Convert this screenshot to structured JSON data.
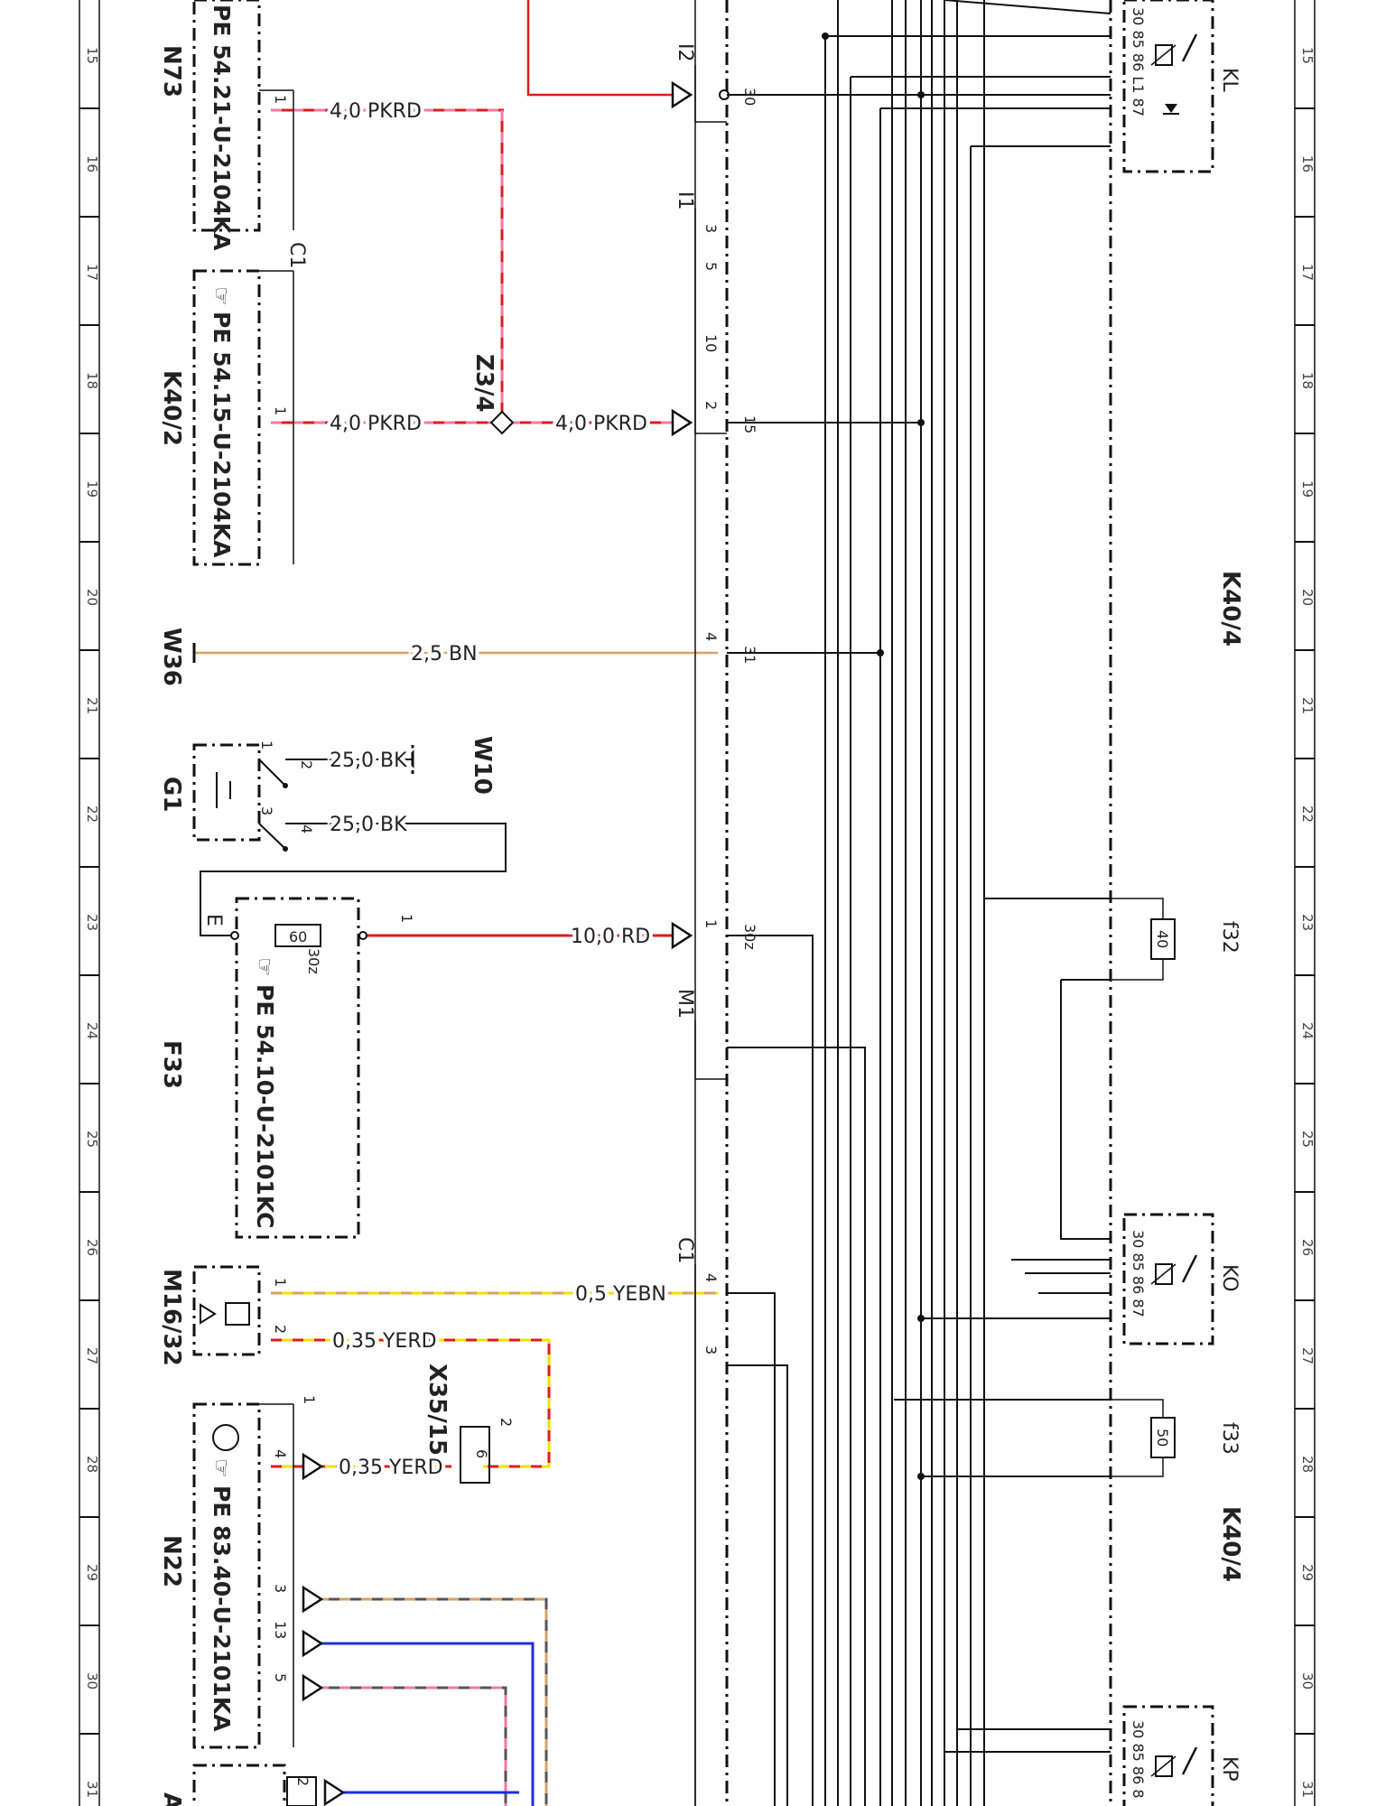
{
  "grid_numbers": [
    "15",
    "16",
    "17",
    "18",
    "19",
    "20",
    "21",
    "22",
    "23",
    "24",
    "25",
    "26",
    "27",
    "28",
    "29",
    "30",
    "31"
  ],
  "components": {
    "N73": "N73",
    "K40_2": "K40/2",
    "W36": "W36",
    "G1": "G1",
    "F33": "F33",
    "M16_32": "M16/32",
    "N22": "N22",
    "W10": "W10",
    "Z3_4": "Z3/4",
    "X35_15": "X35/15",
    "K40_4_top": "K40/4",
    "K40_4_bottom": "K40/4",
    "A_partial": "A"
  },
  "references": {
    "n73_ref": "PE 54.21-U-2104KA",
    "k40_2_ref": "PE 54.15-U-2104KA",
    "f33_ref": "PE 54.10-U-2101KC",
    "n22_ref": "PE 83.40-U-2101KA"
  },
  "wires": {
    "w1": "4,0 PKRD",
    "w2": "4,0 PKRD",
    "w3": "4,0 PKRD",
    "w4": "2,5 BN",
    "w5": "25,0 BK",
    "w6": "25,0 BK",
    "w7": "10,0 RD",
    "w8": "0,5 YEBN",
    "w9": "0,35 YERD",
    "w10": "0,35 YERD"
  },
  "connectors": {
    "I2": "I2",
    "I1": "I1",
    "M1": "M1",
    "C1a": "C1",
    "C1b": "C1",
    "E": "E"
  },
  "pins": {
    "p30": "30",
    "p15": "15",
    "p31": "31",
    "p30z": "30z",
    "i1_3": "3",
    "i1_5": "5",
    "i1_10": "10",
    "i1_2": "2",
    "w36_4": "4",
    "f33_1": "1",
    "c1_4": "4",
    "c1_3": "3",
    "n73_1": "1",
    "k402_1": "1",
    "g1_1": "1",
    "g1_2": "2",
    "g1_3": "3",
    "g1_4": "4",
    "f33_in1": "1",
    "f33_30z": "30z",
    "m16_1": "1",
    "m16_2": "2",
    "n22_1": "1",
    "n22_4": "4",
    "n22_3": "3",
    "n22_13": "13",
    "n22_5": "5",
    "x35_2": "2",
    "x35_6": "6",
    "a_2": "2",
    "fuse_60": "60"
  },
  "relays": {
    "kl": "KL",
    "ko": "KO",
    "kp": "KP",
    "f32": "f32",
    "f33b": "f33",
    "f32_val": "40",
    "f33_val": "50",
    "kl_pins": "30 85  86  L1  87",
    "ko_pins": "30 85  86 87",
    "kp_pins": "30 85  86 8"
  },
  "colors": {
    "red": "#e01b1b",
    "pink": "#f07aa0",
    "brown": "#d9a066",
    "yellow": "#f2e200",
    "blue": "#1f2fe0",
    "black": "#111111"
  }
}
